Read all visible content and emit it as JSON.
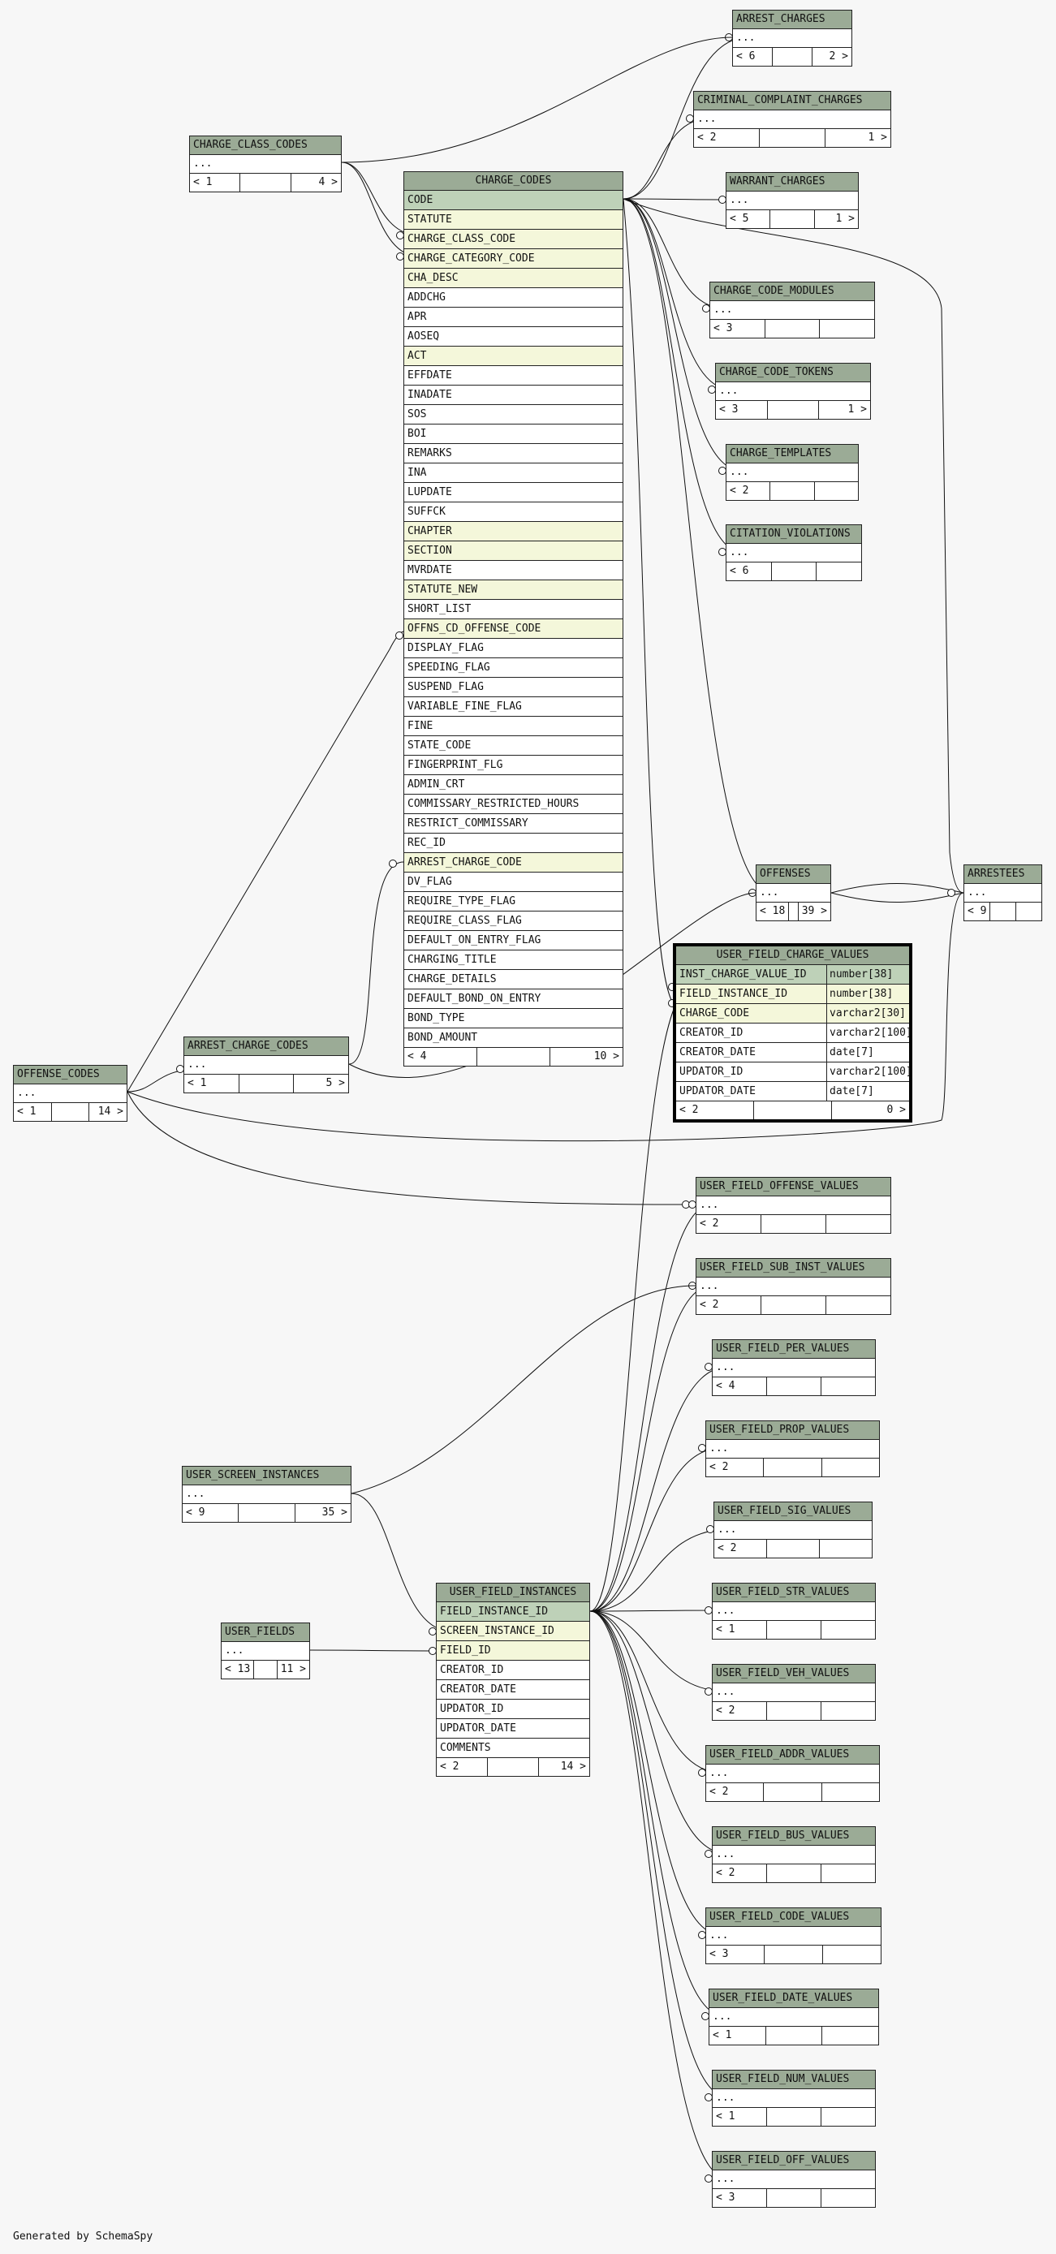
{
  "credit": "Generated by SchemaSpy",
  "tables": {
    "arrest_charges": {
      "name": "ARREST_CHARGES",
      "dots": "...",
      "left": "< 6",
      "right": "2 >"
    },
    "criminal_complaint_charges": {
      "name": "CRIMINAL_COMPLAINT_CHARGES",
      "dots": "...",
      "left": "< 2",
      "right": "1 >"
    },
    "warrant_charges": {
      "name": "WARRANT_CHARGES",
      "dots": "...",
      "left": "< 5",
      "right": "1 >"
    },
    "charge_code_modules": {
      "name": "CHARGE_CODE_MODULES",
      "dots": "...",
      "left": "< 3",
      "right": ""
    },
    "charge_code_tokens": {
      "name": "CHARGE_CODE_TOKENS",
      "dots": "...",
      "left": "< 3",
      "right": "1 >"
    },
    "charge_templates": {
      "name": "CHARGE_TEMPLATES",
      "dots": "...",
      "left": "< 2",
      "right": ""
    },
    "citation_violations": {
      "name": "CITATION_VIOLATIONS",
      "dots": "...",
      "left": "< 6",
      "right": ""
    },
    "charge_class_codes": {
      "name": "CHARGE_CLASS_CODES",
      "dots": "...",
      "left": "< 1",
      "right": "4 >"
    },
    "offenses": {
      "name": "OFFENSES",
      "dots": "...",
      "left": "< 18",
      "right": "39 >"
    },
    "arrestees": {
      "name": "ARRESTEES",
      "dots": "...",
      "left": "< 9",
      "right": ""
    },
    "arrest_charge_codes": {
      "name": "ARREST_CHARGE_CODES",
      "dots": "...",
      "left": "< 1",
      "right": "5 >"
    },
    "offense_codes": {
      "name": "OFFENSE_CODES",
      "dots": "...",
      "left": "< 1",
      "right": "14 >"
    },
    "user_field_offense_values": {
      "name": "USER_FIELD_OFFENSE_VALUES",
      "dots": "...",
      "left": "< 2",
      "right": ""
    },
    "user_field_sub_inst_values": {
      "name": "USER_FIELD_SUB_INST_VALUES",
      "dots": "...",
      "left": "< 2",
      "right": ""
    },
    "user_field_per_values": {
      "name": "USER_FIELD_PER_VALUES",
      "dots": "...",
      "left": "< 4",
      "right": ""
    },
    "user_field_prop_values": {
      "name": "USER_FIELD_PROP_VALUES",
      "dots": "...",
      "left": "< 2",
      "right": ""
    },
    "user_field_sig_values": {
      "name": "USER_FIELD_SIG_VALUES",
      "dots": "...",
      "left": "< 2",
      "right": ""
    },
    "user_field_str_values": {
      "name": "USER_FIELD_STR_VALUES",
      "dots": "...",
      "left": "< 1",
      "right": ""
    },
    "user_field_veh_values": {
      "name": "USER_FIELD_VEH_VALUES",
      "dots": "...",
      "left": "< 2",
      "right": ""
    },
    "user_field_addr_values": {
      "name": "USER_FIELD_ADDR_VALUES",
      "dots": "...",
      "left": "< 2",
      "right": ""
    },
    "user_field_bus_values": {
      "name": "USER_FIELD_BUS_VALUES",
      "dots": "...",
      "left": "< 2",
      "right": ""
    },
    "user_field_code_values": {
      "name": "USER_FIELD_CODE_VALUES",
      "dots": "...",
      "left": "< 3",
      "right": ""
    },
    "user_field_date_values": {
      "name": "USER_FIELD_DATE_VALUES",
      "dots": "...",
      "left": "< 1",
      "right": ""
    },
    "user_field_num_values": {
      "name": "USER_FIELD_NUM_VALUES",
      "dots": "...",
      "left": "< 1",
      "right": ""
    },
    "user_field_off_values": {
      "name": "USER_FIELD_OFF_VALUES",
      "dots": "...",
      "left": "< 3",
      "right": ""
    },
    "user_screen_instances": {
      "name": "USER_SCREEN_INSTANCES",
      "dots": "...",
      "left": "< 9",
      "right": "35 >"
    },
    "user_fields": {
      "name": "USER_FIELDS",
      "dots": "...",
      "left": "< 13",
      "right": "11 >"
    },
    "charge_codes": {
      "name": "CHARGE_CODES",
      "columns": [
        {
          "name": "CODE",
          "kind": "pk"
        },
        {
          "name": "STATUTE",
          "kind": "fk"
        },
        {
          "name": "CHARGE_CLASS_CODE",
          "kind": "fk"
        },
        {
          "name": "CHARGE_CATEGORY_CODE",
          "kind": "fk"
        },
        {
          "name": "CHA_DESC",
          "kind": "fk"
        },
        {
          "name": "ADDCHG",
          "kind": ""
        },
        {
          "name": "APR",
          "kind": ""
        },
        {
          "name": "AOSEQ",
          "kind": ""
        },
        {
          "name": "ACT",
          "kind": "fk"
        },
        {
          "name": "EFFDATE",
          "kind": ""
        },
        {
          "name": "INADATE",
          "kind": ""
        },
        {
          "name": "SOS",
          "kind": ""
        },
        {
          "name": "BOI",
          "kind": ""
        },
        {
          "name": "REMARKS",
          "kind": ""
        },
        {
          "name": "INA",
          "kind": ""
        },
        {
          "name": "LUPDATE",
          "kind": ""
        },
        {
          "name": "SUFFCK",
          "kind": ""
        },
        {
          "name": "CHAPTER",
          "kind": "fk"
        },
        {
          "name": "SECTION",
          "kind": "fk"
        },
        {
          "name": "MVRDATE",
          "kind": ""
        },
        {
          "name": "STATUTE_NEW",
          "kind": "fk"
        },
        {
          "name": "SHORT_LIST",
          "kind": ""
        },
        {
          "name": "OFFNS_CD_OFFENSE_CODE",
          "kind": "fk"
        },
        {
          "name": "DISPLAY_FLAG",
          "kind": ""
        },
        {
          "name": "SPEEDING_FLAG",
          "kind": ""
        },
        {
          "name": "SUSPEND_FLAG",
          "kind": ""
        },
        {
          "name": "VARIABLE_FINE_FLAG",
          "kind": ""
        },
        {
          "name": "FINE",
          "kind": ""
        },
        {
          "name": "STATE_CODE",
          "kind": ""
        },
        {
          "name": "FINGERPRINT_FLG",
          "kind": ""
        },
        {
          "name": "ADMIN_CRT",
          "kind": ""
        },
        {
          "name": "COMMISSARY_RESTRICTED_HOURS",
          "kind": ""
        },
        {
          "name": "RESTRICT_COMMISSARY",
          "kind": ""
        },
        {
          "name": "REC_ID",
          "kind": ""
        },
        {
          "name": "ARREST_CHARGE_CODE",
          "kind": "fk"
        },
        {
          "name": "DV_FLAG",
          "kind": ""
        },
        {
          "name": "REQUIRE_TYPE_FLAG",
          "kind": ""
        },
        {
          "name": "REQUIRE_CLASS_FLAG",
          "kind": ""
        },
        {
          "name": "DEFAULT_ON_ENTRY_FLAG",
          "kind": ""
        },
        {
          "name": "CHARGING_TITLE",
          "kind": ""
        },
        {
          "name": "CHARGE_DETAILS",
          "kind": ""
        },
        {
          "name": "DEFAULT_BOND_ON_ENTRY",
          "kind": ""
        },
        {
          "name": "BOND_TYPE",
          "kind": ""
        },
        {
          "name": "BOND_AMOUNT",
          "kind": ""
        }
      ],
      "left": "< 4",
      "right": "10 >"
    },
    "user_field_charge_values": {
      "name": "USER_FIELD_CHARGE_VALUES",
      "columns": [
        {
          "name": "INST_CHARGE_VALUE_ID",
          "type": "number[38]",
          "kind": "pk"
        },
        {
          "name": "FIELD_INSTANCE_ID",
          "type": "number[38]",
          "kind": "fk"
        },
        {
          "name": "CHARGE_CODE",
          "type": "varchar2[30]",
          "kind": "fk"
        },
        {
          "name": "CREATOR_ID",
          "type": "varchar2[100]",
          "kind": ""
        },
        {
          "name": "CREATOR_DATE",
          "type": "date[7]",
          "kind": ""
        },
        {
          "name": "UPDATOR_ID",
          "type": "varchar2[100]",
          "kind": ""
        },
        {
          "name": "UPDATOR_DATE",
          "type": "date[7]",
          "kind": ""
        }
      ],
      "left": "< 2",
      "right": "0 >"
    },
    "user_field_instances": {
      "name": "USER_FIELD_INSTANCES",
      "columns": [
        {
          "name": "FIELD_INSTANCE_ID",
          "kind": "pk"
        },
        {
          "name": "SCREEN_INSTANCE_ID",
          "kind": "fk"
        },
        {
          "name": "FIELD_ID",
          "kind": "fk"
        },
        {
          "name": "CREATOR_ID",
          "kind": ""
        },
        {
          "name": "CREATOR_DATE",
          "kind": ""
        },
        {
          "name": "UPDATOR_ID",
          "kind": ""
        },
        {
          "name": "UPDATOR_DATE",
          "kind": ""
        },
        {
          "name": "COMMENTS",
          "kind": ""
        }
      ],
      "left": "< 2",
      "right": "14 >"
    }
  }
}
